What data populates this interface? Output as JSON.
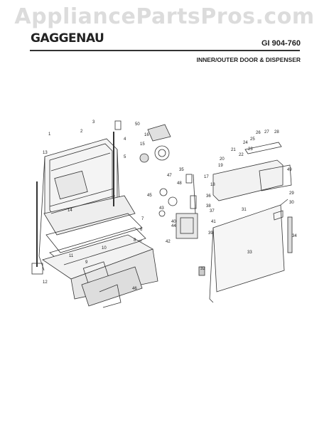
{
  "watermark": "AppliancePartsPros.com",
  "brand": "GAGGENAU",
  "model": "GI 904-760",
  "section_title": "INNER/OUTER DOOR & DISPENSER",
  "callouts": [
    "1",
    "2",
    "3",
    "4",
    "5",
    "6",
    "7",
    "8",
    "9",
    "10",
    "11",
    "12",
    "13",
    "14",
    "15",
    "16",
    "17",
    "18",
    "19",
    "20",
    "21",
    "22",
    "23",
    "24",
    "25",
    "26",
    "27",
    "28",
    "29",
    "30",
    "31",
    "32",
    "33",
    "34",
    "35",
    "36",
    "37",
    "38",
    "39",
    "40",
    "41",
    "42",
    "43",
    "44",
    "45",
    "46",
    "47",
    "48",
    "49",
    "50"
  ]
}
